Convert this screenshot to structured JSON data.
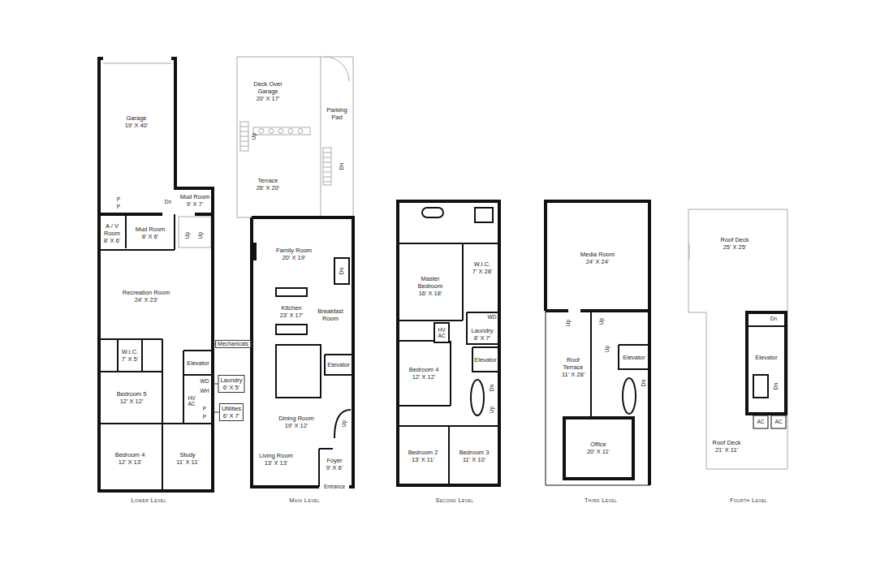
{
  "diagram": {
    "nodes": [
      {
        "text": [
          "Lower Level"
        ]
      },
      {
        "text": [
          "Garage",
          "19' X 40'"
        ],
        "in": 0
      },
      {
        "text": [
          "Mud Room",
          "9' X 7'"
        ],
        "in": 0
      },
      {
        "text": [
          "A / V Room",
          "8' X 6'"
        ],
        "in": 0
      },
      {
        "text": [
          "Mud Room",
          "8' X 6'"
        ],
        "in": 0
      },
      {
        "text": [
          "Recreation Room",
          "24' X 23'"
        ],
        "in": 0
      },
      {
        "text": [
          "W.I.C.",
          "7' X 5'"
        ],
        "in": 0
      },
      {
        "text": [
          "Elevator"
        ],
        "in": 0
      },
      {
        "text": [
          "Bedroom 5",
          "12' X 12'"
        ],
        "in": 0
      },
      {
        "text": [
          "Bedroom 4",
          "12' X 13'"
        ],
        "in": 0
      },
      {
        "text": [
          "Study",
          "11' X 11'"
        ],
        "in": 0
      },
      {
        "text": [
          "Mechanicals"
        ],
        "in": 0
      },
      {
        "text": [
          "Laundry",
          "6' X 5'"
        ],
        "in": 0
      },
      {
        "text": [
          "Utilities",
          "6' X 7'"
        ],
        "in": 0
      },
      {
        "text": [
          "Main Level"
        ]
      },
      {
        "text": [
          "Deck Over Garage",
          "20' X 17'"
        ],
        "in": 14
      },
      {
        "text": [
          "Parking Pad"
        ],
        "in": 14
      },
      {
        "text": [
          "Terrace",
          "26' X 20'"
        ],
        "in": 14
      },
      {
        "text": [
          "Family Room",
          "20' X 19'"
        ],
        "in": 14
      },
      {
        "text": [
          "Kitchen",
          "23' X 17'"
        ],
        "in": 14
      },
      {
        "text": [
          "Breakfast Room"
        ],
        "in": 14
      },
      {
        "text": [
          "Elevator"
        ],
        "in": 14
      },
      {
        "text": [
          "Dining Room",
          "19' X 12'"
        ],
        "in": 14
      },
      {
        "text": [
          "Living Room",
          "13' X 13'"
        ],
        "in": 14
      },
      {
        "text": [
          "Foyer",
          "9' X 6'"
        ],
        "in": 14
      },
      {
        "text": [
          "Second Level"
        ]
      },
      {
        "text": [
          "Master Bedroom",
          "16' X 18'"
        ],
        "in": 25
      },
      {
        "text": [
          "W.I.C.",
          "7' X 28'"
        ],
        "in": 25
      },
      {
        "text": [
          "Laundry",
          "8' X 7'"
        ],
        "in": 25
      },
      {
        "text": [
          "Elevator"
        ],
        "in": 25
      },
      {
        "text": [
          "Bedroom 4",
          "12' X 12'"
        ],
        "in": 25
      },
      {
        "text": [
          "Bedroom 2",
          "13' X 11'"
        ],
        "in": 25
      },
      {
        "text": [
          "Bedroom 3",
          "11' X 10'"
        ],
        "in": 25
      },
      {
        "text": [
          "Third Level"
        ]
      },
      {
        "text": [
          "Media Room",
          "24' X 24'"
        ],
        "in": 33
      },
      {
        "text": [
          "Roof Terrace",
          "11' X 28'"
        ],
        "in": 33
      },
      {
        "text": [
          "Elevator"
        ],
        "in": 33
      },
      {
        "text": [
          "Office",
          "20' X 11'"
        ],
        "in": 33
      },
      {
        "text": [
          "Fourth Level"
        ]
      },
      {
        "text": [
          "Roof Deck",
          "25' X 25'"
        ],
        "in": 38
      },
      {
        "text": [
          "Elevator"
        ],
        "in": 38
      },
      {
        "text": [
          "Roof Deck",
          "21' X 11'"
        ],
        "in": 38
      }
    ],
    "labels": [
      "P",
      "P",
      "Dn",
      "Up",
      "Up",
      "WD",
      "WH",
      "HV AC",
      "P",
      "P",
      "Up",
      "Dn",
      "Dn",
      "Up",
      "Entrance",
      "HV AC",
      "WD",
      "Dn",
      "Up",
      "Up",
      "Up",
      "Up",
      "Dn",
      "Dn",
      "Dn",
      "AC",
      "AC"
    ]
  }
}
